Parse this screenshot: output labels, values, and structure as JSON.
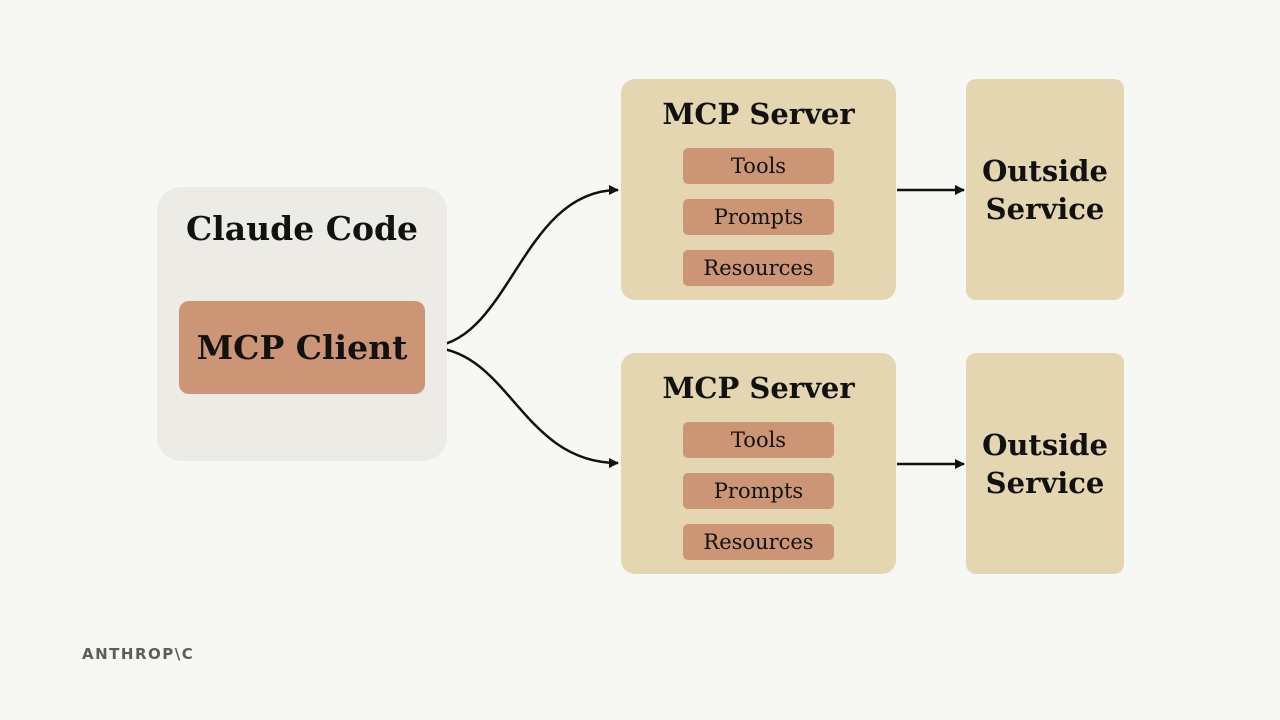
{
  "host": {
    "title": "Claude Code",
    "client_label": "MCP Client"
  },
  "servers": [
    {
      "title": "MCP Server",
      "capabilities": [
        "Tools",
        "Prompts",
        "Resources"
      ],
      "service": "Outside\nService"
    },
    {
      "title": "MCP Server",
      "capabilities": [
        "Tools",
        "Prompts",
        "Resources"
      ],
      "service": "Outside\nService"
    }
  ],
  "logo": "ANTHROP\\C",
  "colors": {
    "background": "#f7f7f3",
    "host_panel": "#ecebe6",
    "client": "#cc9676",
    "server": "#e3d6b1",
    "capability": "#cc9676",
    "arrow": "#111111"
  }
}
